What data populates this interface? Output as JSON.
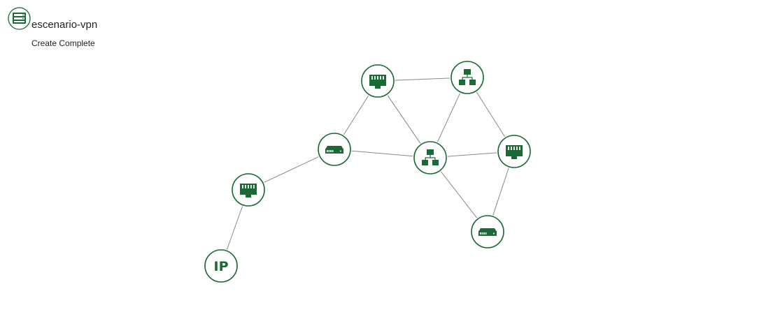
{
  "stack": {
    "name": "escenario-vpn",
    "status": "Create Complete",
    "icon": "stack-icon"
  },
  "colors": {
    "node_accent": "#1b6a36",
    "link": "#888888",
    "text": "#222222"
  },
  "topology": {
    "nodes": [
      {
        "id": "port-top",
        "kind": "port",
        "icon": "ethernet-port-icon"
      },
      {
        "id": "network-top",
        "kind": "network",
        "icon": "network-tree-icon"
      },
      {
        "id": "router-left",
        "kind": "router",
        "icon": "router-icon"
      },
      {
        "id": "network-center",
        "kind": "network",
        "icon": "network-tree-icon"
      },
      {
        "id": "port-right",
        "kind": "port",
        "icon": "ethernet-port-icon"
      },
      {
        "id": "port-left",
        "kind": "port",
        "icon": "ethernet-port-icon"
      },
      {
        "id": "router-bottom",
        "kind": "router",
        "icon": "router-icon"
      },
      {
        "id": "floating-ip",
        "kind": "ip",
        "icon": "floating-ip-icon",
        "label": "IP"
      }
    ],
    "links": [
      [
        "port-top",
        "network-top"
      ],
      [
        "port-top",
        "router-left"
      ],
      [
        "port-top",
        "network-center"
      ],
      [
        "network-top",
        "network-center"
      ],
      [
        "network-top",
        "port-right"
      ],
      [
        "router-left",
        "network-center"
      ],
      [
        "network-center",
        "port-right"
      ],
      [
        "router-left",
        "port-left"
      ],
      [
        "network-center",
        "router-bottom"
      ],
      [
        "port-right",
        "router-bottom"
      ],
      [
        "port-left",
        "floating-ip"
      ]
    ]
  }
}
